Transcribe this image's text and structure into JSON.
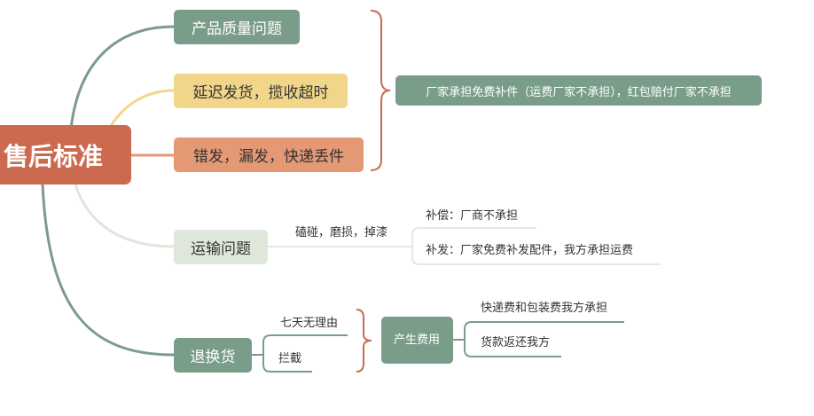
{
  "root": {
    "label": "售后标准"
  },
  "branches": [
    {
      "label": "产品质量问题",
      "color": "#7a9d8a"
    },
    {
      "label": "延迟发货，揽收超时",
      "color": "#f1d68a"
    },
    {
      "label": "错发，漏发，快递丢件",
      "color": "#e59874"
    },
    {
      "label": "运输问题",
      "color": "#dfe7da"
    },
    {
      "label": "退换货",
      "color": "#7a9d8a"
    }
  ],
  "group_result": {
    "label": "厂家承担免费补件（运费厂家不承担），红包赔付厂家不承担"
  },
  "transport": {
    "cause": "磕碰，磨损，掉漆",
    "options": [
      "补偿：厂商不承担",
      "补发：厂家免费补发配件，我方承担运费"
    ]
  },
  "returns": {
    "cases": [
      "七天无理由",
      "拦截"
    ],
    "cost_node": "产生费用",
    "outcomes": [
      "快递费和包装费我方承担",
      "货款返还我方"
    ]
  }
}
